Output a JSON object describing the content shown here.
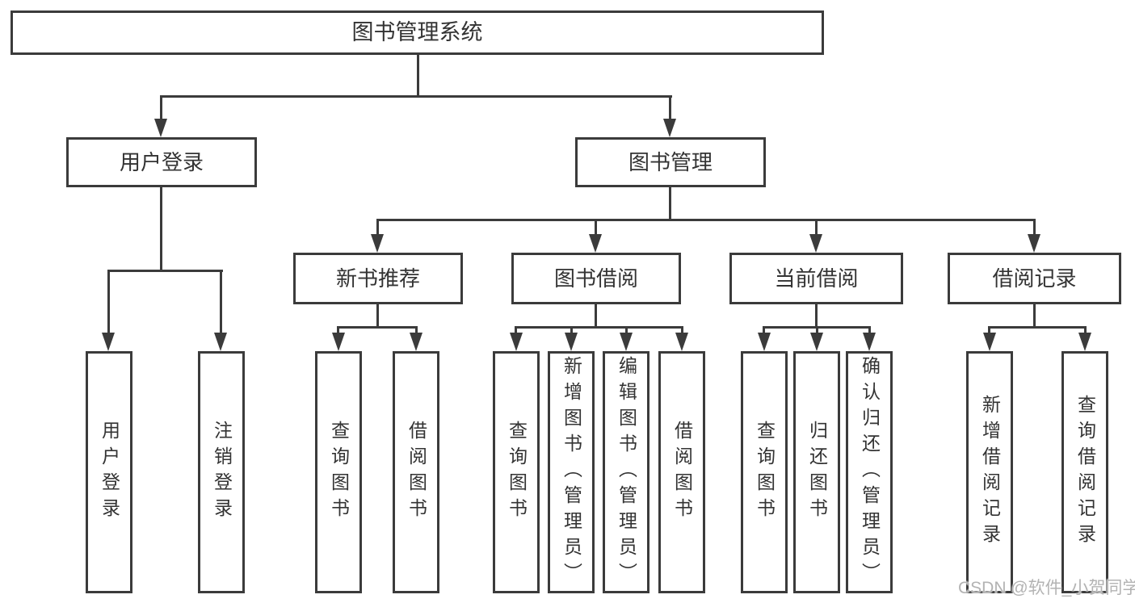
{
  "root": {
    "label": "图书管理系统"
  },
  "branches": [
    {
      "label": "用户登录",
      "leaves": [
        "用户登录",
        "注销登录"
      ]
    },
    {
      "label": "图书管理",
      "children": [
        {
          "label": "新书推荐",
          "leaves": [
            "查询图书",
            "借阅图书"
          ]
        },
        {
          "label": "图书借阅",
          "leaves": [
            "查询图书",
            "新增图书（管理员）",
            "编辑图书（管理员）",
            "借阅图书"
          ]
        },
        {
          "label": "当前借阅",
          "leaves": [
            "查询图书",
            "归还图书",
            "确认归还（管理员）"
          ]
        },
        {
          "label": "借阅记录",
          "leaves": [
            "新增借阅记录",
            "查询借阅记录"
          ]
        }
      ]
    }
  ],
  "watermark": "CSDN @软件_小贺同学",
  "colors": {
    "line": "#3b3b3b",
    "text": "#333333",
    "watermark": "#b3b3b3",
    "background": "#ffffff"
  }
}
